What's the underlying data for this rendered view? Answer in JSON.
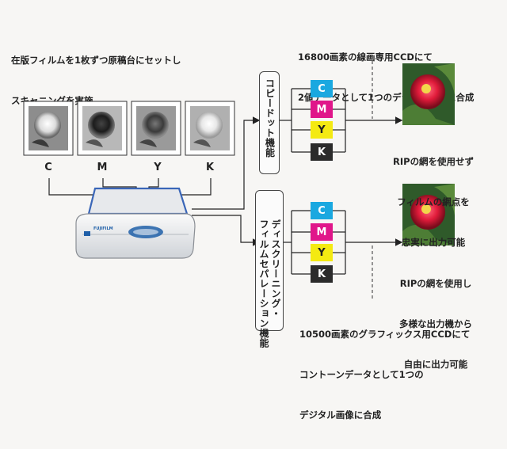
{
  "header_left": [
    "在版フィルムを1枚ずつ原稿台にセットし",
    "スキャニングを実施"
  ],
  "film_labels": [
    "C",
    "M",
    "Y",
    "K"
  ],
  "process1": {
    "label": "コピードット機能",
    "top_text": [
      "16800画素の線画専用CCDにて",
      "2値データとして1つのデジタル画像に合成"
    ],
    "side_text": [
      "RIPの網を使用せず",
      "フィルムの網点を",
      "忠実に出力可能"
    ]
  },
  "process2": {
    "label_lines": [
      "ディスクリーニング・",
      "フィルムセパレーション機能"
    ],
    "bottom_text": [
      "10500画素のグラフィックス用CCDにて",
      "コントーンデータとして1つの",
      "デジタル画像に合成"
    ],
    "side_text": [
      "RIPの網を使用し",
      "多様な出力機から",
      "自由に出力可能"
    ]
  },
  "chips": [
    {
      "label": "C",
      "color": "#1aa8e0"
    },
    {
      "label": "M",
      "color": "#e0168a"
    },
    {
      "label": "Y",
      "color": "#f4ea12"
    },
    {
      "label": "K",
      "color": "#2b2b2b"
    }
  ],
  "scanner_brand": "FUJIFILM"
}
